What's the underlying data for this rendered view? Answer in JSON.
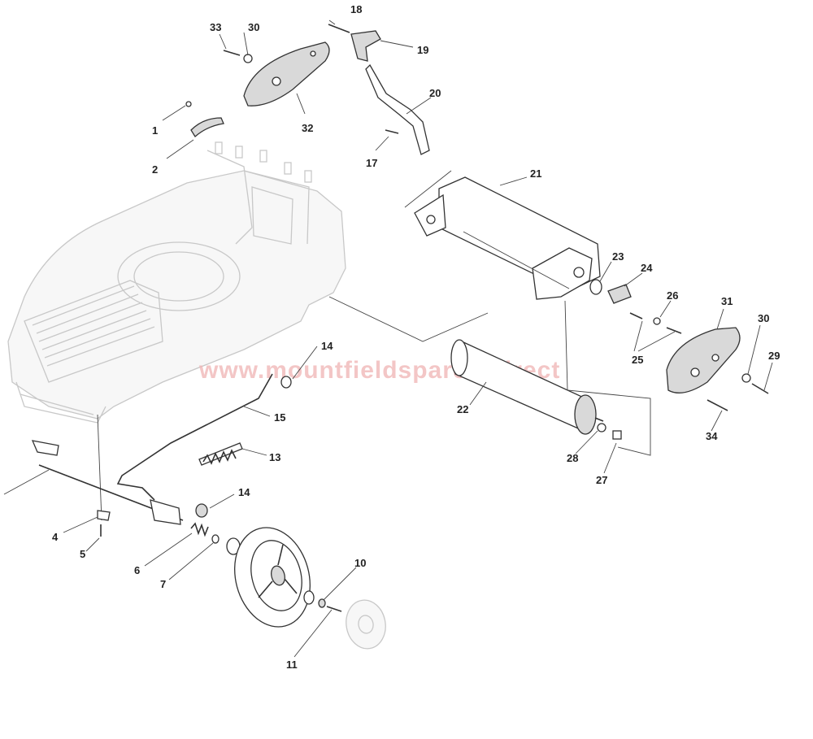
{
  "watermark": "www.mountfieldspares.direct",
  "part_labels": [
    "1",
    "2",
    "4",
    "5",
    "6",
    "7",
    "10",
    "11",
    "13",
    "14",
    "14",
    "15",
    "17",
    "18",
    "19",
    "20",
    "21",
    "22",
    "23",
    "24",
    "25",
    "26",
    "27",
    "28",
    "29",
    "30",
    "30",
    "31",
    "32",
    "33",
    "34"
  ],
  "colors": {
    "line": "#333333",
    "ghost": "#c8c8c8",
    "watermark": "#f0b3b3"
  }
}
